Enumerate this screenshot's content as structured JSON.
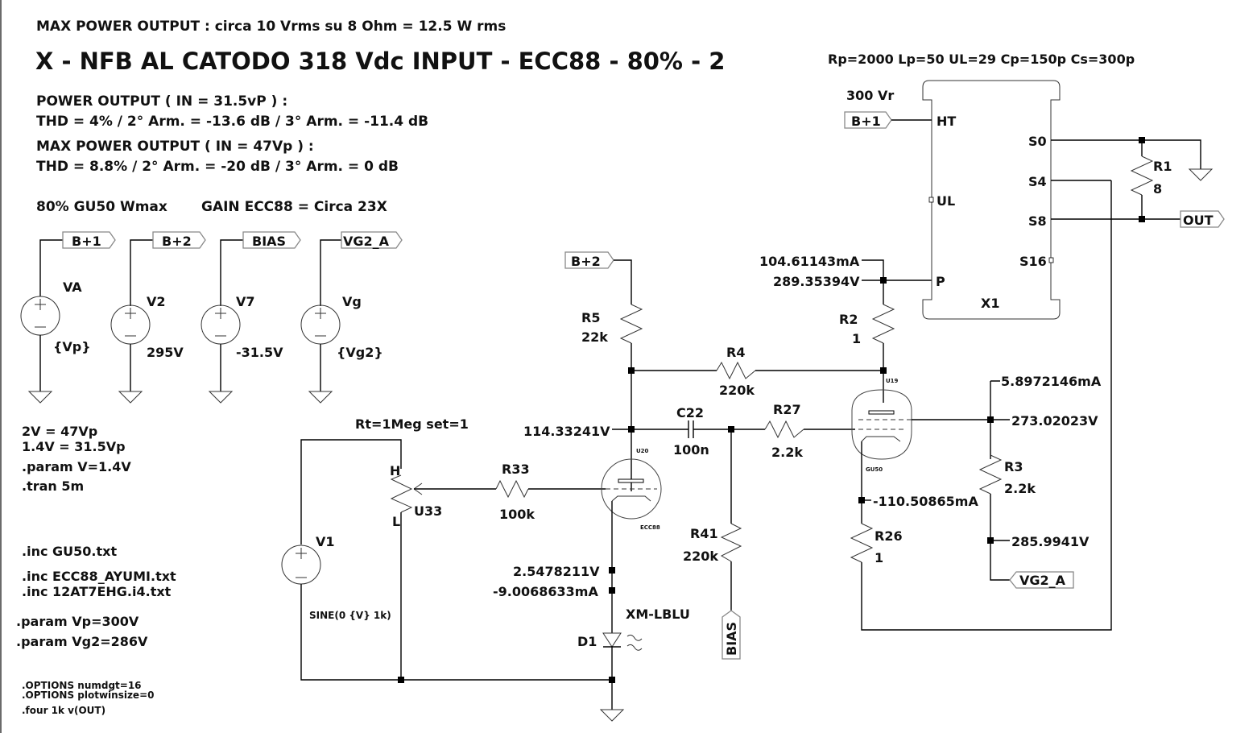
{
  "header": {
    "max_power_note": "MAX POWER OUTPUT : circa 10 Vrms su 8 Ohm = 12.5 W rms",
    "title": "X - NFB AL CATODO 318 Vdc INPUT - ECC88 - 80% - 2",
    "power_output_label": "POWER OUTPUT ( IN = 31.5vP )  :",
    "power_output_thd": "THD = 4% / 2° Arm. = -13.6 dB / 3° Arm. = -11.4 dB",
    "max_power_label": "MAX POWER OUTPUT  ( IN = 47Vp ) :",
    "max_power_thd": "THD = 8.8% / 2° Arm. = -20 dB / 3° Arm. = 0 dB",
    "wmax_note": "80% GU50 Wmax",
    "gain_note": "GAIN ECC88 = Circa 23X"
  },
  "transformer": {
    "params": "Rp=2000 Lp=50 UL=29 Cp=150p Cs=300p",
    "name": "X1",
    "vr_label": "300 Vr",
    "pins": {
      "ht": "HT",
      "ul": "UL",
      "p": "P",
      "s0": "S0",
      "s4": "S4",
      "s8": "S8",
      "s16": "S16"
    }
  },
  "net_labels": {
    "b1": "B+1",
    "b2": "B+2",
    "bias": "BIAS",
    "vg2a": "VG2_A",
    "out": "OUT"
  },
  "sources": [
    {
      "name": "VA",
      "value": "{Vp}",
      "net": "B+1"
    },
    {
      "name": "V2",
      "value": "295V",
      "net": "B+2"
    },
    {
      "name": "V7",
      "value": "-31.5V",
      "net": "BIAS"
    },
    {
      "name": "Vg",
      "value": "{Vg2}",
      "net": "VG2_A"
    }
  ],
  "directives": {
    "note1": "2V = 47Vp",
    "note2": "1.4V = 31.5Vp",
    "param_v": ".param V=1.4V",
    "tran": ".tran 5m",
    "inc1": ".inc GU50.txt",
    "inc2": ".inc ECC88_AYUMI.txt",
    "inc3": ".inc 12AT7EHG.i4.txt",
    "param_vp": ".param Vp=300V",
    "param_vg2": ".param Vg2=286V",
    "opt1": ".OPTIONS numdgt=16",
    "opt2": ".OPTIONS plotwinsize=0",
    "four": ".four 1k v(OUT)"
  },
  "components": {
    "v1": {
      "name": "V1",
      "value": "SINE(0 {V} 1k)"
    },
    "pot": {
      "name": "U33",
      "value": "Rt=1Meg set=1",
      "h": "H",
      "l": "L"
    },
    "r33": {
      "name": "R33",
      "value": "100k"
    },
    "r5": {
      "name": "R5",
      "value": "22k"
    },
    "r4": {
      "name": "R4",
      "value": "220k"
    },
    "r2": {
      "name": "R2",
      "value": "1"
    },
    "r1": {
      "name": "R1",
      "value": "8"
    },
    "c22": {
      "name": "C22",
      "value": "100n"
    },
    "r27": {
      "name": "R27",
      "value": "2.2k"
    },
    "r41": {
      "name": "R41",
      "value": "220k"
    },
    "r3": {
      "name": "R3",
      "value": "2.2k"
    },
    "r26": {
      "name": "R26",
      "value": "1"
    },
    "d1": {
      "name": "D1",
      "value": "XM-LBLU"
    },
    "u20": {
      "name": "U20",
      "model": "ECC88"
    },
    "u19": {
      "name": "U19",
      "model": "GU50"
    }
  },
  "probes": {
    "plate_current": "104.61143mA",
    "plate_voltage": "289.35394V",
    "ecc88_plate_v": "114.33241V",
    "ecc88_cathode_v": "2.5478211V",
    "ecc88_cathode_i": "-9.0068633mA",
    "g2_current": "5.8972146mA",
    "g2_voltage": "273.02023V",
    "gu50_cathode_i": "-110.50865mA",
    "vg2_node_v": "285.9941V"
  }
}
